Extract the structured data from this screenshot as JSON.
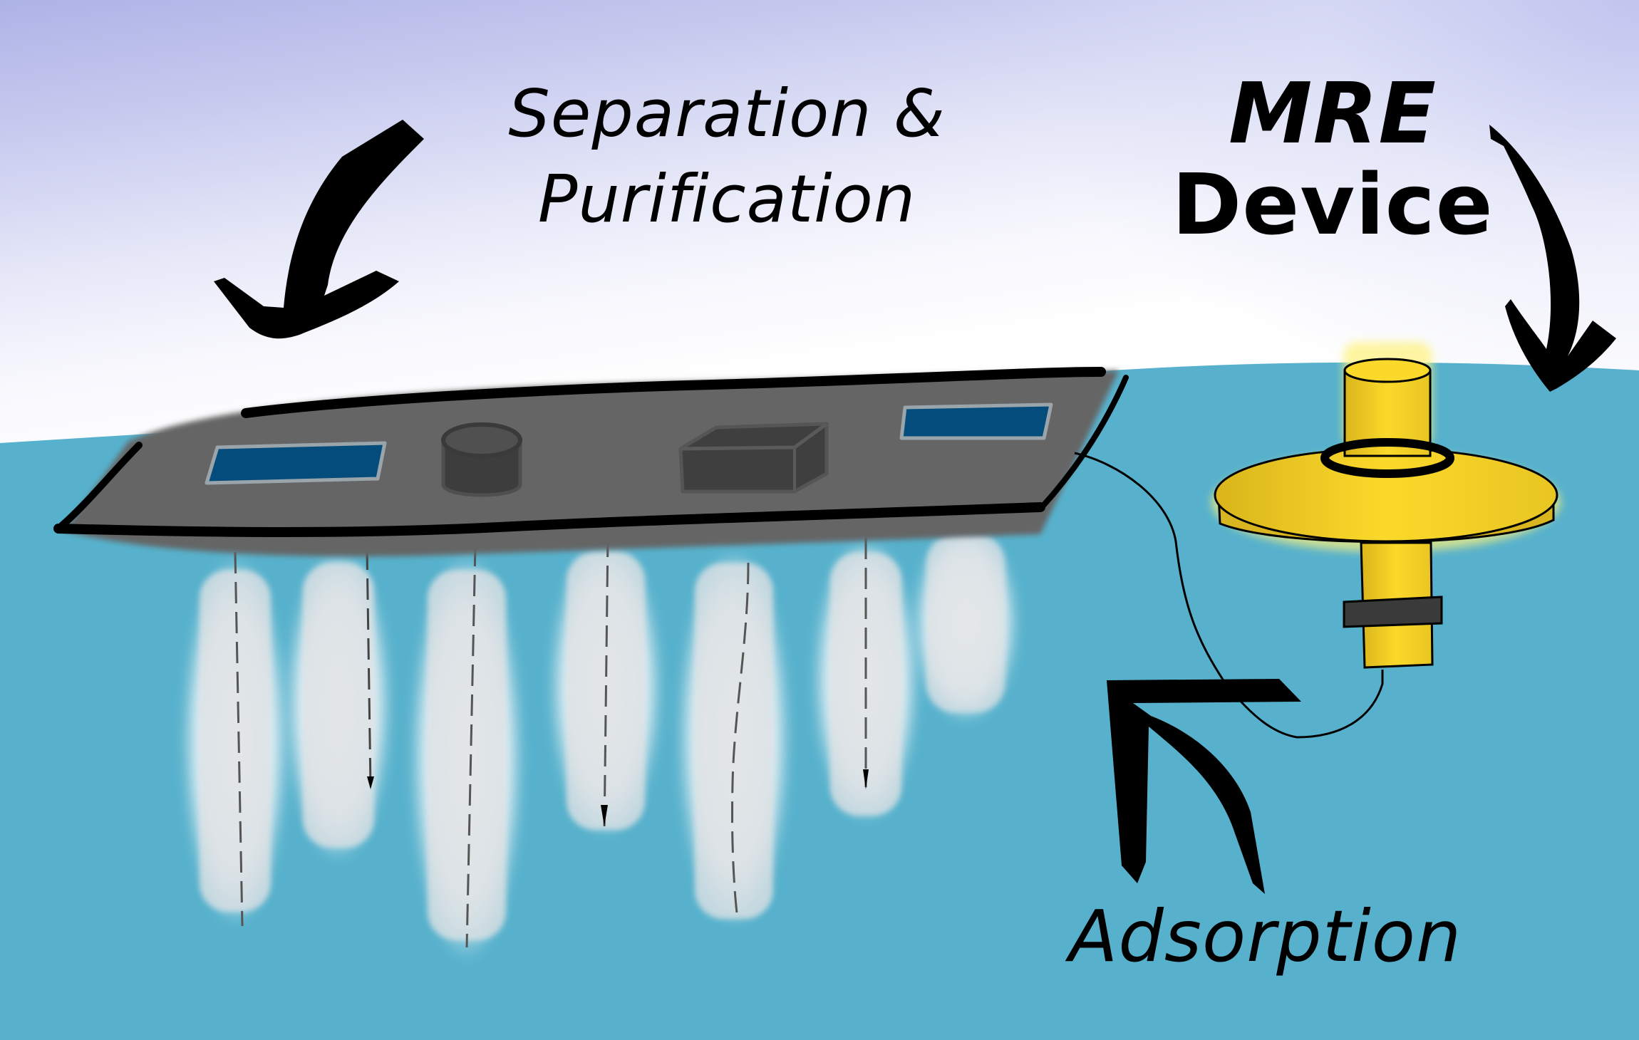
{
  "diagram": {
    "labels": {
      "separation": [
        "Separation &",
        "Purification"
      ],
      "mre_device": [
        "MRE",
        "Device"
      ],
      "adsorption": "Adsorption"
    },
    "components": [
      {
        "name": "separation-purification-platform",
        "description": "Floating grey platform with blue panels, a cylindrical container and a tray"
      },
      {
        "name": "mre-device",
        "description": "Yellow buoy with top cylinder, disc, lower stem and dark band"
      },
      {
        "name": "adsorbent-strands",
        "count": 7,
        "description": "Fuzzy white adsorbent fibers hanging beneath the platform into water"
      },
      {
        "name": "tether-cable",
        "description": "Thin black line connecting platform to MRE device"
      }
    ],
    "arrows": [
      {
        "name": "arrow-to-platform",
        "from": "Separation & Purification",
        "to": "platform"
      },
      {
        "name": "arrow-to-mre-device",
        "from": "MRE Device",
        "to": "buoy"
      },
      {
        "name": "arrow-adsorption",
        "from": "Adsorption",
        "to": "strands"
      }
    ],
    "colors": {
      "sky_top": "#aeb3e6",
      "sky_bottom": "#ffffff",
      "water": "#57b1cc",
      "platform": "#656565",
      "outline": "#000000",
      "panel_blue": "#044c7c",
      "device_yellow": "#fbd92a",
      "device_band": "#3a3a3a",
      "strand_white": "#f4f6f8"
    }
  }
}
